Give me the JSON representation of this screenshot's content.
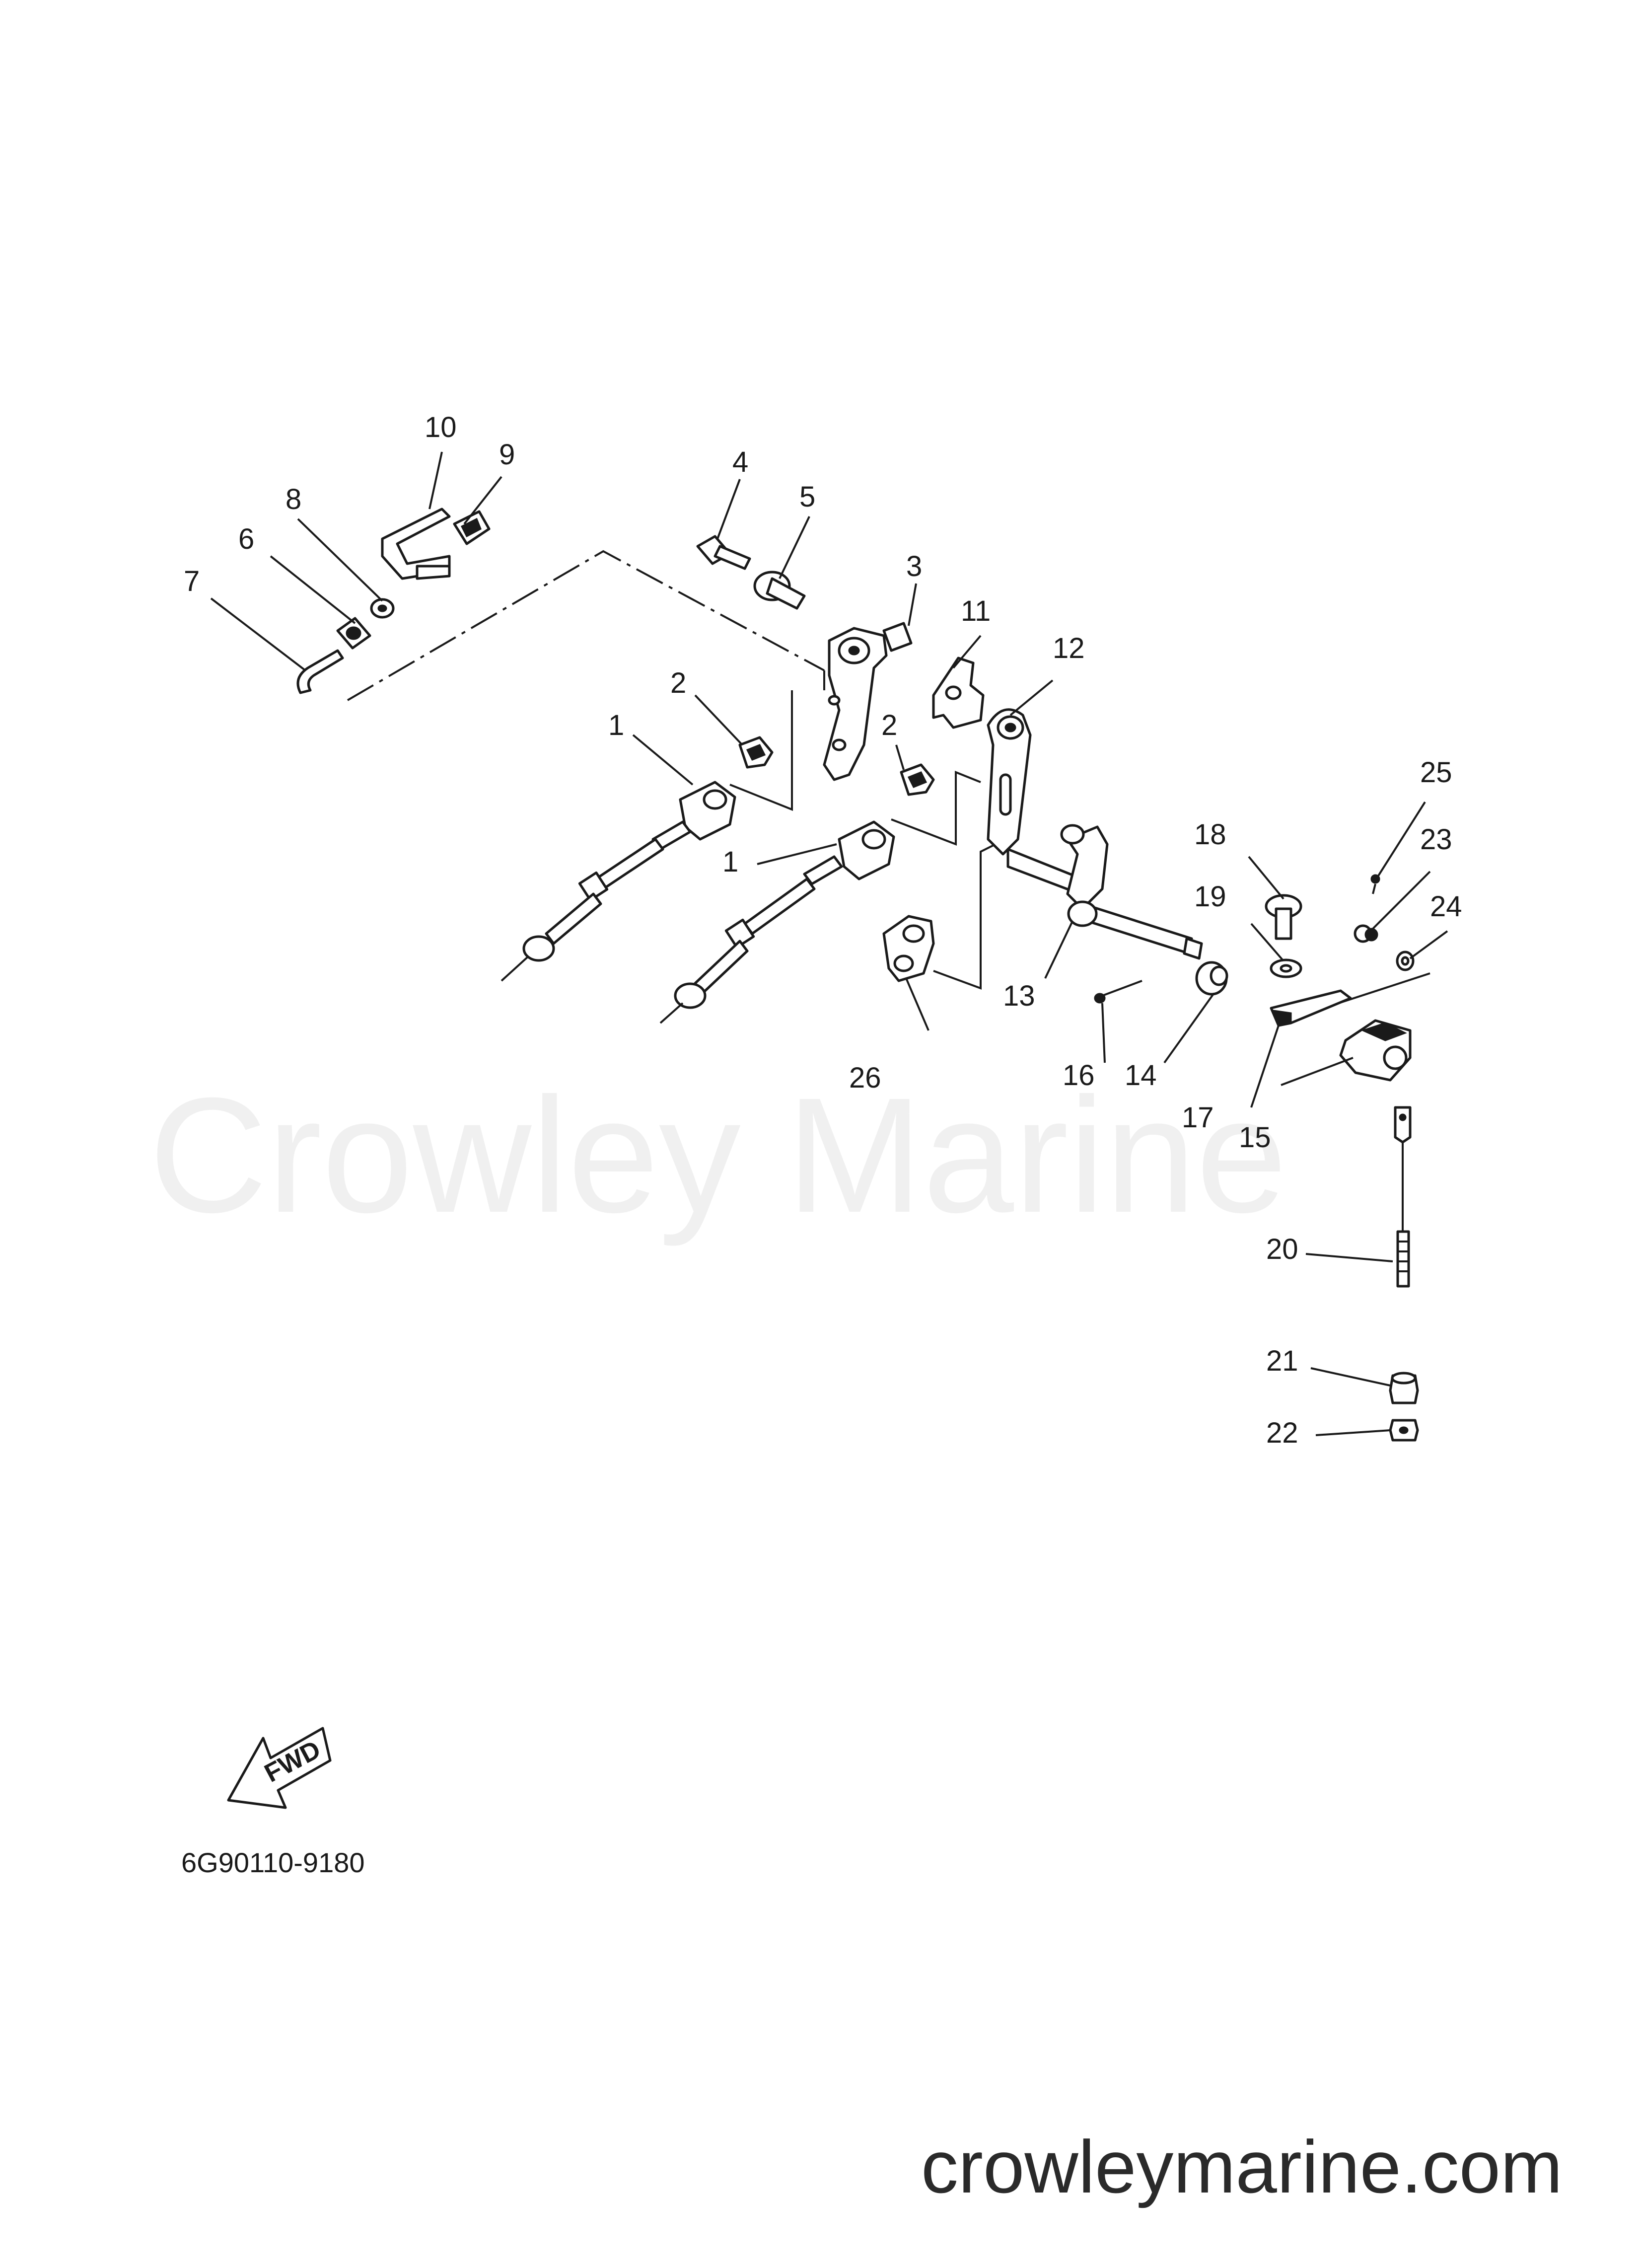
{
  "watermark": "Crowley Marine",
  "site_url": "crowleymarine.com",
  "drawing_code": "6G90110-9180",
  "direction_label": "FWD",
  "callouts": [
    {
      "id": "c1a",
      "label": "1"
    },
    {
      "id": "c1b",
      "label": "1"
    },
    {
      "id": "c2a",
      "label": "2"
    },
    {
      "id": "c2b",
      "label": "2"
    },
    {
      "id": "c3",
      "label": "3"
    },
    {
      "id": "c4",
      "label": "4"
    },
    {
      "id": "c5",
      "label": "5"
    },
    {
      "id": "c6",
      "label": "6"
    },
    {
      "id": "c7",
      "label": "7"
    },
    {
      "id": "c8",
      "label": "8"
    },
    {
      "id": "c9",
      "label": "9"
    },
    {
      "id": "c10",
      "label": "10"
    },
    {
      "id": "c11",
      "label": "11"
    },
    {
      "id": "c12",
      "label": "12"
    },
    {
      "id": "c13",
      "label": "13"
    },
    {
      "id": "c14",
      "label": "14"
    },
    {
      "id": "c15",
      "label": "15"
    },
    {
      "id": "c16",
      "label": "16"
    },
    {
      "id": "c17",
      "label": "17"
    },
    {
      "id": "c18",
      "label": "18"
    },
    {
      "id": "c19",
      "label": "19"
    },
    {
      "id": "c20",
      "label": "20"
    },
    {
      "id": "c21",
      "label": "21"
    },
    {
      "id": "c22",
      "label": "22"
    },
    {
      "id": "c23",
      "label": "23"
    },
    {
      "id": "c24",
      "label": "24"
    },
    {
      "id": "c25",
      "label": "25"
    },
    {
      "id": "c26",
      "label": "26"
    }
  ]
}
